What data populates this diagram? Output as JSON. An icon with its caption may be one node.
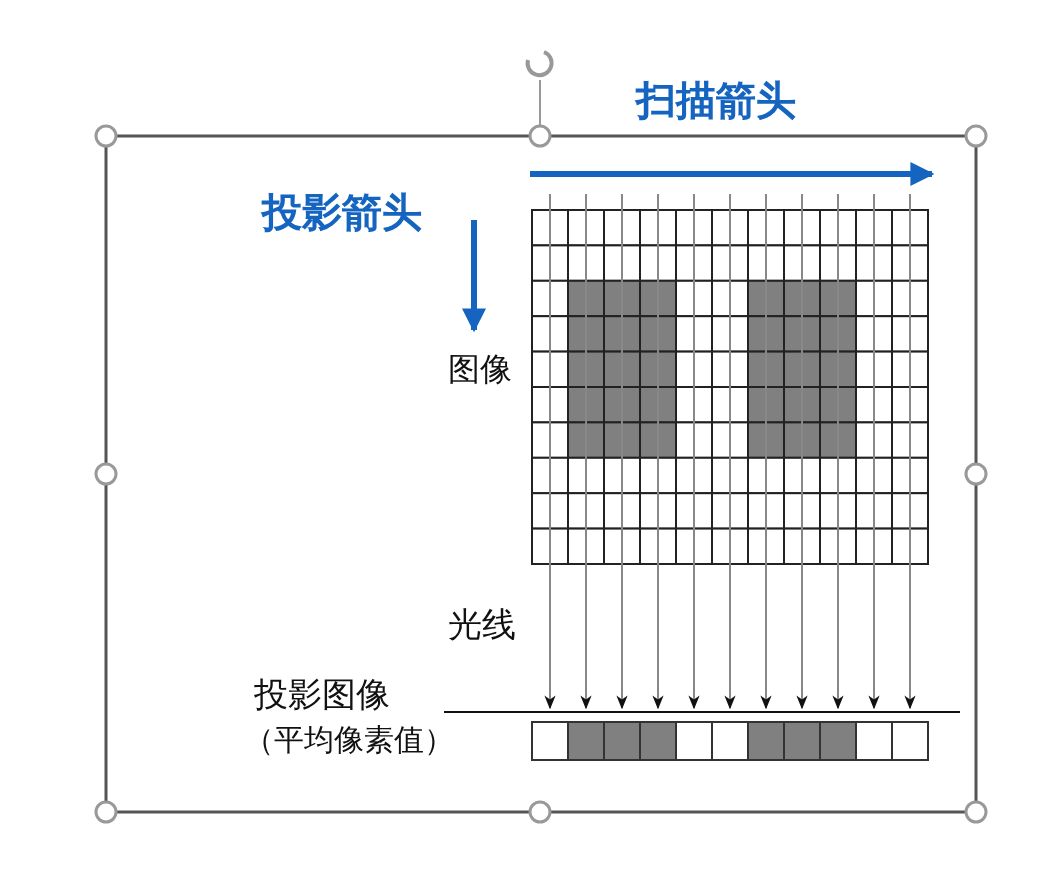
{
  "diagram": {
    "labels": [
      "扫描箭头",
      "投影箭头",
      "图像",
      "光线",
      "投影图像",
      "（平均像素值）"
    ]
  }
}
